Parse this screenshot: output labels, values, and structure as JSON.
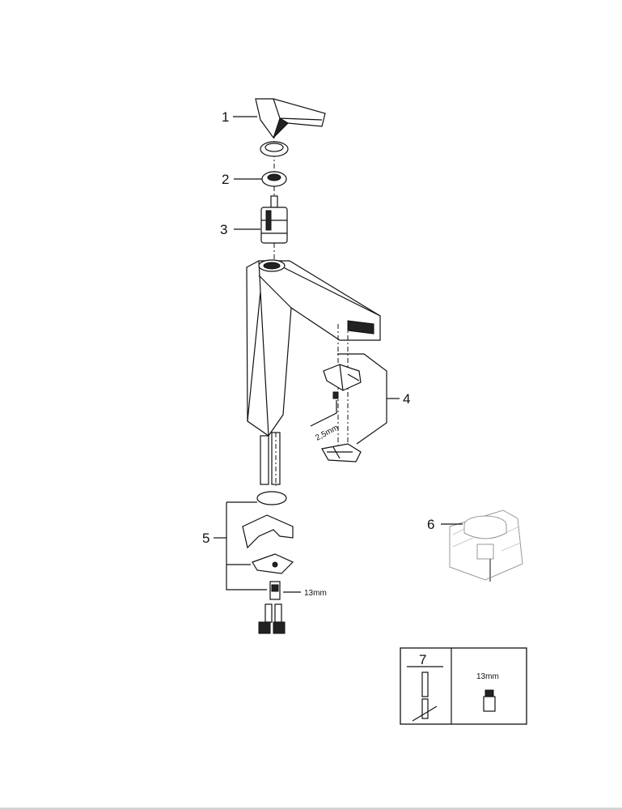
{
  "diagram": {
    "callouts": [
      "1",
      "2",
      "3",
      "4",
      "5",
      "6",
      "7"
    ],
    "allen_key_size": "2,5mm",
    "wrench_size_hose": "13mm",
    "tool_box": {
      "number": "7",
      "wrench_size": "13mm"
    }
  }
}
